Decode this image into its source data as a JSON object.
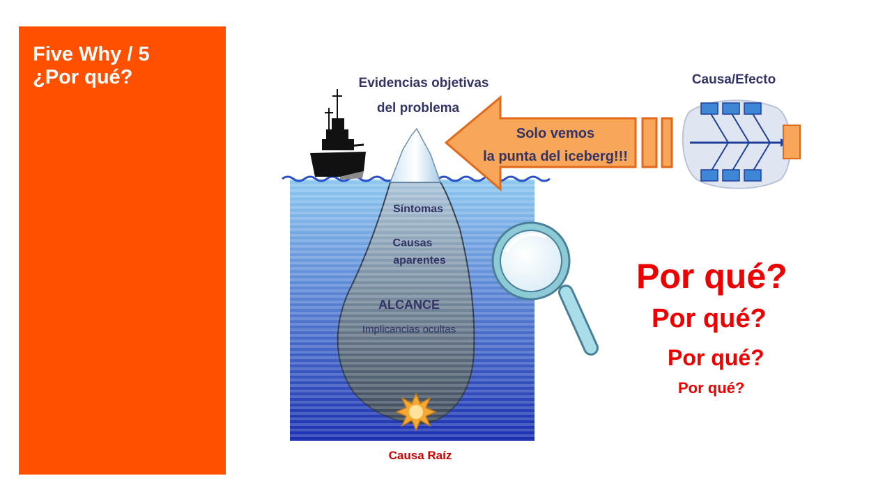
{
  "colors": {
    "sidebar": "#ff5000",
    "why_text": "#ee0000",
    "diagram_text": "#333366",
    "arrow_fill": "#f7a65a",
    "arrow_stroke": "#e06a1a",
    "root_cause_text": "#cc0000",
    "water_top": "#8ec8f0",
    "water_bottom": "#1a2fb0"
  },
  "sidebar": {
    "title_line1": "Five Why / 5",
    "title_line2": "¿Por qué?"
  },
  "diagram": {
    "top_label_line1": "Evidencias objetivas",
    "top_label_line2": "del problema",
    "arrow_line1": "Solo vemos",
    "arrow_line2": "la punta del iceberg!!!",
    "fishbone_label": "Causa/Efecto",
    "iceberg_sintomas": "Síntomas",
    "iceberg_causas": "Causas",
    "iceberg_aparentes": "aparentes",
    "iceberg_alcance": "ALCANCE",
    "iceberg_implicancias": "Implicancias ocultas",
    "root_label": "Causa Raíz",
    "icons": [
      "ship-icon",
      "magnifying-glass-icon",
      "fishbone-diagram-icon",
      "starburst-icon"
    ]
  },
  "whys": [
    "Por qué?",
    "Por qué?",
    "Por qué?",
    "Por qué?"
  ]
}
